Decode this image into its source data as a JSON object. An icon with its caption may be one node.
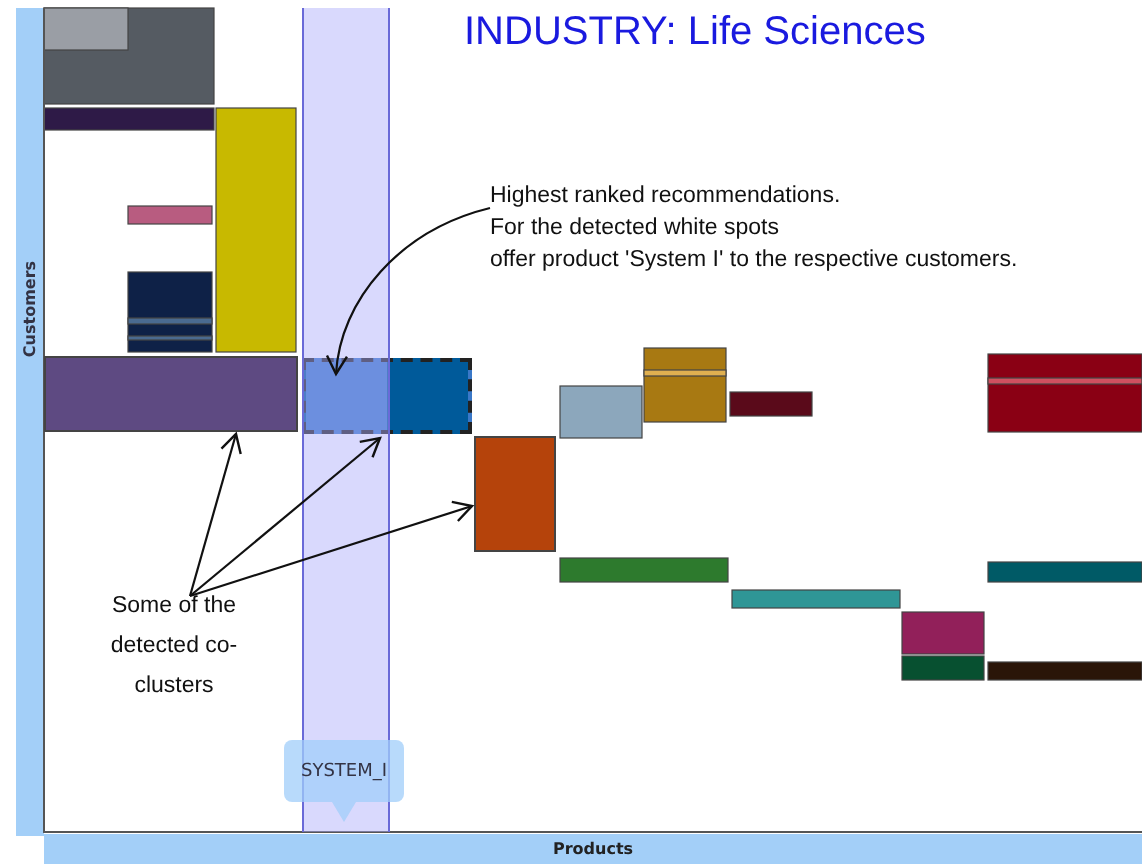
{
  "diagram": {
    "title": "INDUSTRY: Life Sciences",
    "nodes": [
      {
        "text": [
          "Highest ranked recommendations.",
          "For the detected white spots",
          "offer product 'System I' to the respective customers."
        ]
      },
      {
        "text": [],
        "shape": "box"
      },
      {
        "text": [
          "Some of the detected co-clusters"
        ]
      },
      {
        "text": [],
        "shape": "box"
      },
      {
        "text": [],
        "shape": "box"
      }
    ],
    "edges": [
      {
        "from": 0,
        "to": 1,
        "arrow": "to"
      },
      {
        "from": 2,
        "to": 3,
        "arrow": "to"
      },
      {
        "from": 2,
        "to": 1,
        "arrow": "to"
      },
      {
        "from": 2,
        "to": 4,
        "arrow": "to"
      }
    ],
    "labels": [
      "Customers",
      "SYSTEM_I",
      "Products"
    ]
  }
}
